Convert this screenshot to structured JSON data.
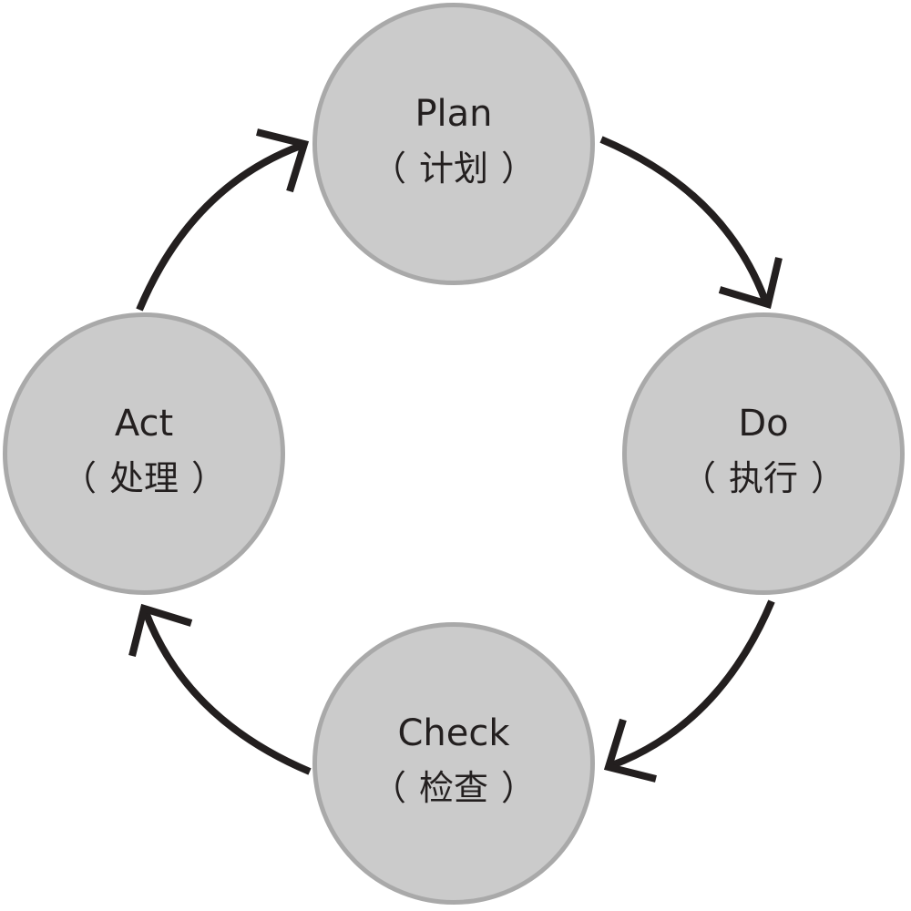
{
  "diagram": {
    "type": "cycle",
    "colors": {
      "node_fill": "#cbcbcb",
      "node_border": "#a9a9a9",
      "arrow": "#231f1f",
      "text": "#231f1f"
    },
    "nodes": [
      {
        "id": "plan",
        "en": "Plan",
        "zh": "计划",
        "open": "（",
        "close": "）"
      },
      {
        "id": "do",
        "en": "Do",
        "zh": "执行",
        "open": "（",
        "close": "）"
      },
      {
        "id": "check",
        "en": "Check",
        "zh": "检查",
        "open": "（",
        "close": "）"
      },
      {
        "id": "act",
        "en": "Act",
        "zh": "处理",
        "open": "（",
        "close": "）"
      }
    ],
    "edges": [
      {
        "from": "plan",
        "to": "do"
      },
      {
        "from": "do",
        "to": "check"
      },
      {
        "from": "check",
        "to": "act"
      },
      {
        "from": "act",
        "to": "plan"
      }
    ]
  }
}
